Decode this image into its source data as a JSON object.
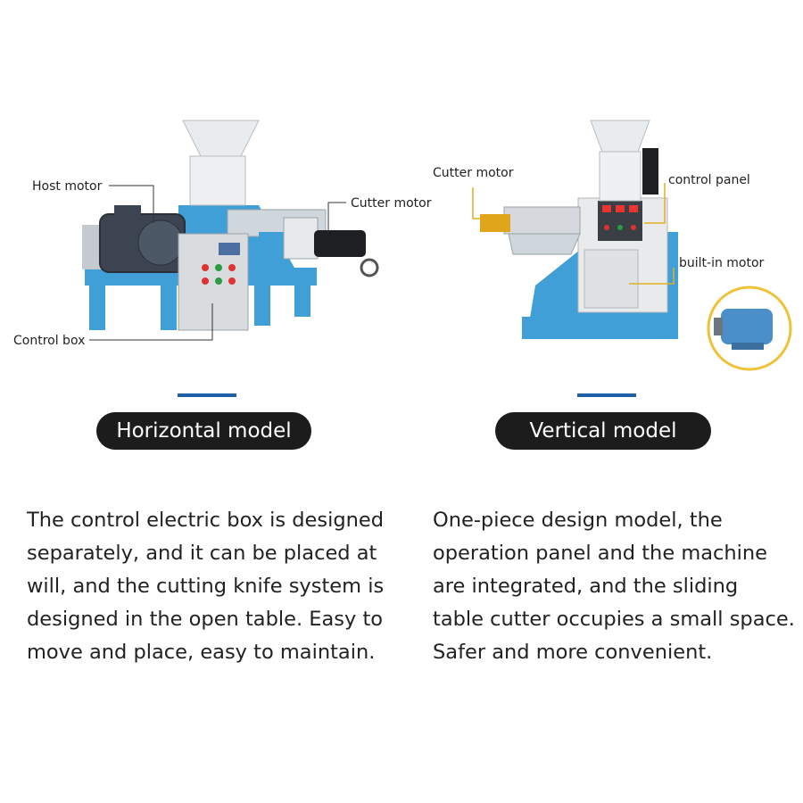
{
  "colors": {
    "accent_bar": "#1f5fa8",
    "pill_bg": "#1c1c1c",
    "pill_text": "#ffffff",
    "machine_blue": "#3f9fd6",
    "motor_blue": "#4a8fc9"
  },
  "icons": [
    "horizontal-extruder-machine-icon",
    "vertical-extruder-machine-icon",
    "electric-motor-icon"
  ],
  "horizontal": {
    "callouts": {
      "host_motor": "Host motor",
      "cutter_motor": "Cutter motor",
      "control_box": "Control box"
    },
    "title": "Horizontal model",
    "description_lines": [
      "The control electric box is designed",
      "separately, and it can be placed at",
      "will, and the cutting knife system is",
      "designed in the open table. Easy to",
      "move and place, easy to maintain."
    ]
  },
  "vertical": {
    "callouts": {
      "cutter_motor": "Cutter motor",
      "control_panel": "control panel",
      "built_in_motor": "built-in motor"
    },
    "title": "Vertical model",
    "description_lines": [
      "One-piece design model, the",
      "operation panel and the machine",
      "are integrated, and the sliding",
      "table cutter occupies a small space.",
      "Safer and more convenient."
    ]
  }
}
